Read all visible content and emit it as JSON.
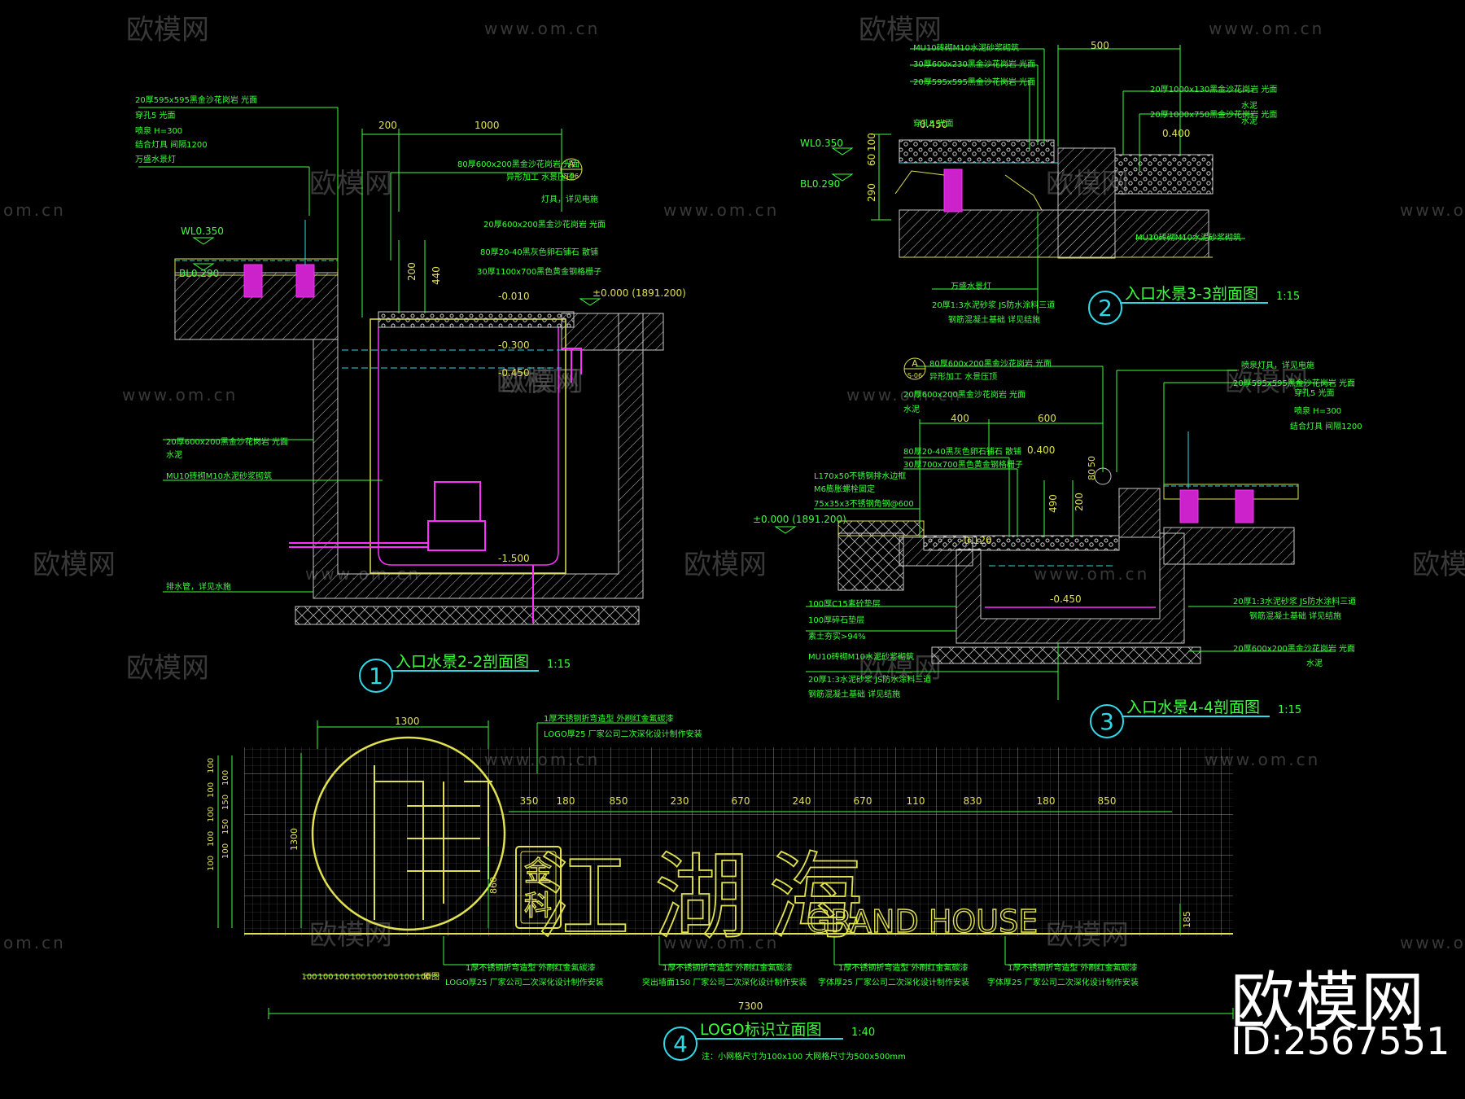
{
  "colors": {
    "background": "#000000",
    "yellow": "#e0e050",
    "green": "#3cff3c",
    "cyan": "#30d8e8",
    "magenta": "#ff30ff",
    "white": "#ffffff",
    "grey": "#9a9a9a"
  },
  "watermark": {
    "brand": "欧模网",
    "url": "www.om.cn",
    "url_short": "om.cn"
  },
  "brand_block": {
    "name": "欧模网",
    "id": "ID:2567551"
  },
  "section1": {
    "title": "入口水景2-2剖面图",
    "scale": "1:15",
    "number": "1",
    "dims": [
      "200",
      "1000",
      "200",
      "440"
    ],
    "levels": [
      "WL0.350",
      "BL0.290",
      "-0.010",
      "±0.000 (1891.200)",
      "-0.300",
      "-0.450",
      "-1.500"
    ],
    "notes_top_left": [
      "20厚595x595黑金沙花岗岩 光面",
      "穿孔5 光面",
      "喷泉 H=300",
      "结合灯具 间隔1200",
      "万盛水景灯"
    ],
    "notes_top_right": [
      "80厚600x200黑金沙花岗岩 光面",
      "异形加工 水景压顶",
      "灯具，详见电施",
      "20厚600x200黑金沙花岗岩 光面",
      "80厚20-40黑灰色卵石铺石 散铺",
      "30厚1100x700黑色黄金钢格栅子"
    ],
    "notes_mid": [
      "20厚600x200黑金沙花岗岩 光面",
      "水泥",
      "MU10砖砌M10水泥砂浆砌筑"
    ],
    "note_bottom": "排水管，详见水施",
    "callout": {
      "letter": "A",
      "sheet": "S-06"
    }
  },
  "section2": {
    "title": "入口水景3-3剖面图",
    "scale": "1:15",
    "number": "2",
    "dims": [
      "500",
      "0.450",
      "0.400",
      "60",
      "100",
      "290"
    ],
    "levels": [
      "WL0.350",
      "BL0.290"
    ],
    "notes_left": [
      "MU10砖砌M10水泥砂浆砌筑",
      "30厚600x230黑金沙花岗岩 光面",
      "20厚595x595黑金沙花岗岩 光面",
      "穿孔5 光面"
    ],
    "notes_right": [
      "20厚1000x130黑金沙花岗岩 光面",
      "水泥",
      "20厚1000x750黑金沙花岗岩 光面",
      "水泥"
    ],
    "notes_bottom": [
      "MU10砖砌M10水泥砂浆砌筑",
      "万盛水景灯",
      "20厚1:3水泥砂浆 JS防水涂料三道",
      "钢筋混凝土基础 详见结施"
    ]
  },
  "section3": {
    "title": "入口水景4-4剖面图",
    "scale": "1:15",
    "number": "3",
    "dims": [
      "400",
      "600",
      "0.400",
      "490",
      "200",
      "80",
      "50"
    ],
    "levels": [
      "±0.000 (1891.200)",
      "-0.120",
      "-0.450"
    ],
    "notes_left": [
      "80厚600x200黑金沙花岗岩 光面",
      "异形加工 水景压顶",
      "20厚600x200黑金沙花岗岩 光面",
      "水泥",
      "80厚20-40黑灰色卵石铺石 散铺",
      "30厚700x700黑色黄金钢格栅子",
      "L170x50不锈钢排水边框",
      "M6膨胀螺栓固定",
      "75x35x3不锈钢角钢@600"
    ],
    "notes_right": [
      "喷泉灯具，详见电施",
      "20厚595x595黑金沙花岗岩 光面",
      "穿孔5 光面",
      "喷泉 H=300",
      "结合灯具 间隔1200"
    ],
    "notes_bottom_left": [
      "100厚C15素砼垫层",
      "100厚碎石垫层",
      "素土夯实>94%",
      "MU10砖砌M10水泥砂浆砌筑",
      "20厚1:3水泥砂浆 JS防水涂料三道",
      "钢筋混凝土基础 详见结施"
    ],
    "notes_bottom_right": [
      "20厚1:3水泥砂浆 JS防水涂料三道",
      "钢筋混凝土基础 详见结施",
      "20厚600x200黑金沙花岗岩 光面",
      "水泥"
    ],
    "callout": {
      "letter": "A",
      "sheet": "S-06"
    }
  },
  "section4": {
    "title": "LOGO标识立面图",
    "scale": "1:40",
    "number": "4",
    "note": "注：小网格尺寸为100x100 大网格尺寸为500x500mm",
    "top_dim": "1300",
    "total_width": "7300",
    "top_dims": [
      "350",
      "180",
      "850",
      "230",
      "670",
      "240",
      "670",
      "110",
      "830",
      "180",
      "850"
    ],
    "left_dims": [
      "100",
      "100",
      "100",
      "100",
      "100"
    ],
    "left_dims2": [
      "100",
      "150",
      "150",
      "100"
    ],
    "height_dim": "1300",
    "char_height": "860",
    "en_height": "185",
    "bottom_dims": [
      "100",
      "100",
      "100",
      "100",
      "100",
      "100",
      "100",
      "100"
    ],
    "bottom_end": "原图",
    "top_notes": [
      "1厚不锈钢折弯造型 外刷红金氟碳漆",
      "LOGO厚25 厂家公司二次深化设计制作安装"
    ],
    "bottom_notes": [
      [
        "1厚不锈钢折弯造型 外刷红金氟碳漆",
        "LOGO厚25 厂家公司二次深化设计制作安装"
      ],
      [
        "1厚不锈钢折弯造型 外刷红金氟碳漆",
        "突出墙面150 厂家公司二次深化设计制作安装"
      ],
      [
        "1厚不锈钢折弯造型 外刷红金氟碳漆",
        "字体厚25 厂家公司二次深化设计制作安装"
      ],
      [
        "1厚不锈钢折弯造型 外刷红金氟碳漆",
        "字体厚25 厂家公司二次深化设计制作安装"
      ]
    ],
    "logo": {
      "badge": "金科",
      "chars": [
        "江",
        "湖",
        "海"
      ],
      "english": "GRAND HOUSE"
    }
  }
}
